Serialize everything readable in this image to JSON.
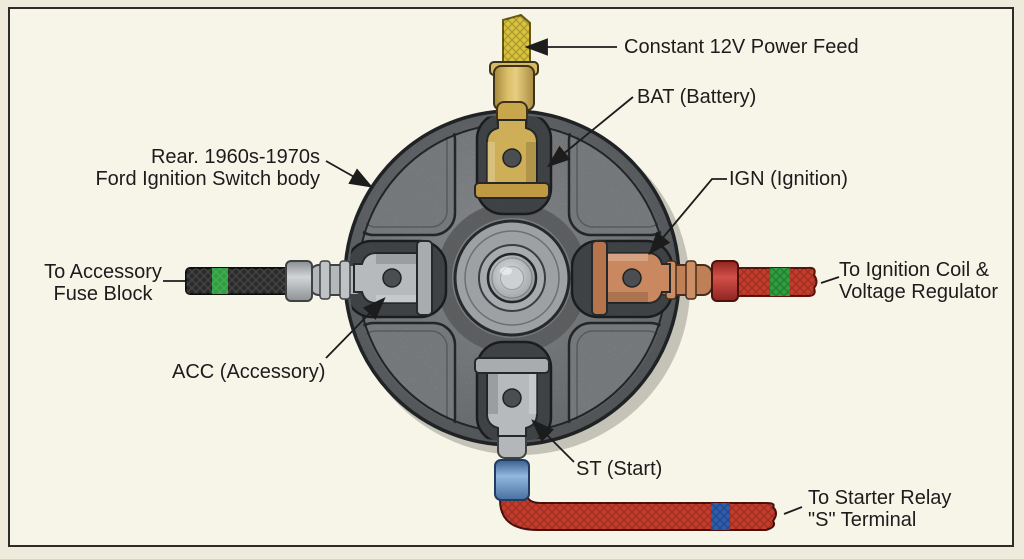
{
  "figure": {
    "annotations": {
      "power_feed": "Constant 12V Power Feed",
      "bat_terminal": "BAT (Battery)",
      "body_caption_line1": "Rear. 1960s-1970s",
      "body_caption_line2": "Ford Ignition Switch body",
      "ign_terminal": "IGN (Ignition)",
      "ign_wire_dest_line1": "To Ignition Coil &",
      "ign_wire_dest_line2": "Voltage Regulator",
      "acc_wire_dest_line1": "To Accessory",
      "acc_wire_dest_line2": "Fuse Block",
      "acc_terminal": "ACC (Accessory)",
      "st_terminal": "ST (Start)",
      "st_wire_dest_line1": "To Starter Relay",
      "st_wire_dest_line2": "\"S\" Terminal"
    },
    "colors": {
      "paper_background": "#f7f4e8",
      "frame_border": "#2e2c28",
      "body_gray": "#9ea2a5",
      "slot_gray": "#5b5f63",
      "bat_terminal_gold": "#cfae58",
      "ign_terminal_copper": "#c9885f",
      "acc_st_terminal_silver": "#b7babc",
      "wire_yellow": "#d9c33d",
      "wire_red": "#c63c2c",
      "wire_black": "#2b2b2b",
      "band_green": "#2f9e3f",
      "band_blue": "#2d5cae",
      "crimp_blue": "#6b98c8",
      "annotation_text": "#1c1c1c"
    }
  }
}
